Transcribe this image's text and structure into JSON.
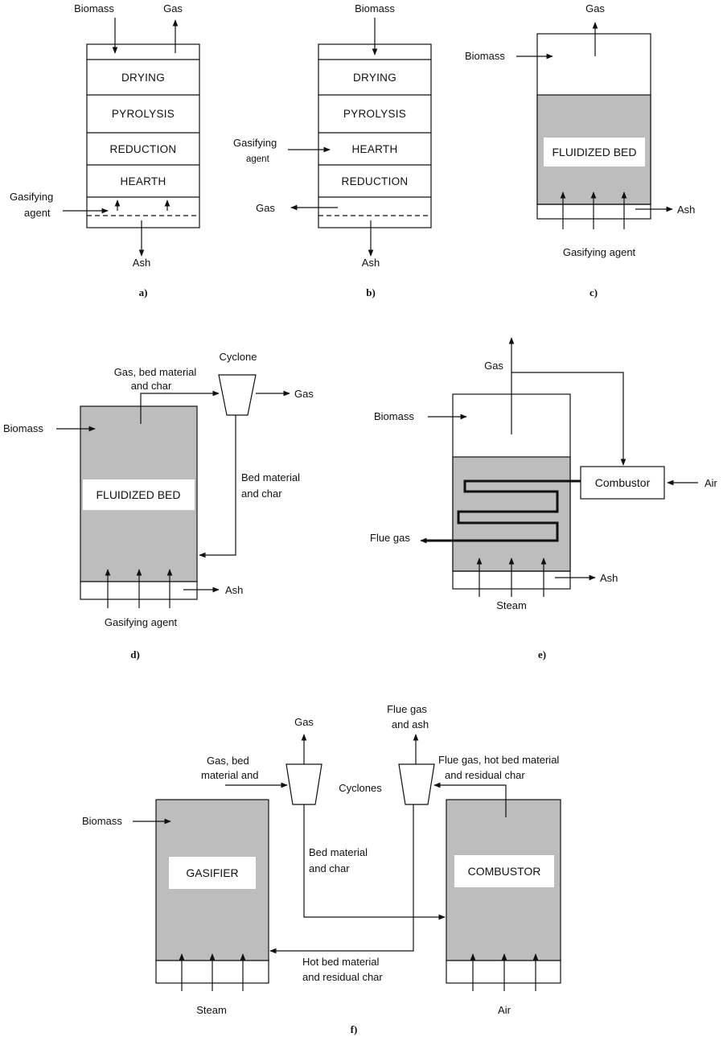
{
  "panel_a": {
    "caption": "a)",
    "input_top": "Biomass",
    "output_top": "Gas",
    "zones": [
      "DRYING",
      "PYROLYSIS",
      "REDUCTION",
      "HEARTH"
    ],
    "agent_line1": "Gasifying",
    "agent_line2": "agent",
    "bottom_output": "Ash"
  },
  "panel_b": {
    "caption": "b)",
    "input_top": "Biomass",
    "zones": [
      "DRYING",
      "PYROLYSIS",
      "HEARTH",
      "REDUCTION"
    ],
    "agent_line1": "Gasifying",
    "agent_line2": "agent",
    "gas_out": "Gas",
    "bottom_output": "Ash"
  },
  "panel_c": {
    "caption": "c)",
    "output_top": "Gas",
    "input_side": "Biomass",
    "bed_label": "FLUIDIZED BED",
    "ash_out": "Ash",
    "agent": "Gasifying agent"
  },
  "panel_d": {
    "caption": "d)",
    "cyclone": "Cyclone",
    "riser_line1": "Gas, bed material",
    "riser_line2": "and char",
    "gas_out": "Gas",
    "input_side": "Biomass",
    "return_line1": "Bed material",
    "return_line2": "and char",
    "bed_label": "FLUIDIZED BED",
    "ash_out": "Ash",
    "agent": "Gasifying agent"
  },
  "panel_e": {
    "caption": "e)",
    "gas_out": "Gas",
    "input_side": "Biomass",
    "combustor": "Combustor",
    "air": "Air",
    "flue_gas": "Flue gas",
    "ash_out": "Ash",
    "steam": "Steam"
  },
  "panel_f": {
    "caption": "f)",
    "gas_out": "Gas",
    "flue_line1": "Flue gas",
    "flue_line2": "and ash",
    "gas_stream_line1": "Gas, bed",
    "gas_stream_line2": "material and",
    "cyclones": "Cyclones",
    "flue_stream_line1": "Flue gas, hot bed material",
    "flue_stream_line2": "and residual char",
    "input_side": "Biomass",
    "gasifier": "GASIFIER",
    "return_line1": "Bed material",
    "return_line2": "and char",
    "combustor": "COMBUSTOR",
    "hot_line1": "Hot bed material",
    "hot_line2": "and residual char",
    "steam": "Steam",
    "air": "Air"
  }
}
